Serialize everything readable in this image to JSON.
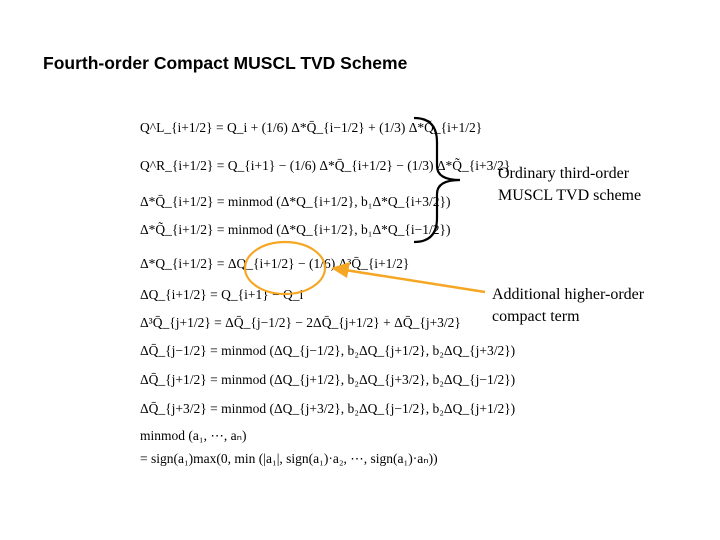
{
  "title": "Fourth-order Compact MUSCL TVD Scheme",
  "equations": [
    "Q^L_{i+1/2} = Q_i + (1/6) Δ*Q̄_{i−1/2} + (1/3) Δ*Q̃_{i+1/2}",
    "Q^R_{i+1/2} = Q_{i+1} − (1/6) Δ*Q̄_{i+1/2} − (1/3) Δ*Q̃_{i+3/2}",
    "Δ*Q̄_{i+1/2} = minmod (Δ*Q_{i+1/2}, b₁Δ*Q_{i+3/2})",
    "Δ*Q̃_{i+1/2} = minmod (Δ*Q_{i+1/2}, b₁Δ*Q_{i−1/2})",
    "Δ*Q_{i+1/2} = ΔQ_{i+1/2} − (1/6) Δ³Q̄_{i+1/2}",
    "ΔQ_{i+1/2} = Q_{i+1} − Q_i",
    "Δ³Q̄_{j+1/2} = ΔQ̄_{j−1/2} − 2ΔQ̄_{j+1/2} + ΔQ̄_{j+3/2}",
    "ΔQ̄_{j−1/2} = minmod (ΔQ_{j−1/2}, b₂ΔQ_{j+1/2}, b₂ΔQ_{j+3/2})",
    "ΔQ̄_{j+1/2} = minmod (ΔQ_{j+1/2}, b₂ΔQ_{j+3/2}, b₂ΔQ_{j−1/2})",
    "ΔQ̄_{j+3/2} = minmod (ΔQ_{j+3/2}, b₂ΔQ_{j−1/2}, b₂ΔQ_{j+1/2})",
    "minmod (a₁, ⋯, aₙ)",
    "= sign(a₁)max(0, min (|a₁|, sign(a₁)·a₂, ⋯, sign(a₁)·aₙ))"
  ],
  "annotations": {
    "bracket_note_line1": "Ordinary third-order",
    "bracket_note_line2": "MUSCL TVD scheme",
    "arrow_note_line1": "Additional higher-order",
    "arrow_note_line2": "compact term"
  },
  "colors": {
    "highlight": "#F5A623",
    "text": "#000000"
  }
}
